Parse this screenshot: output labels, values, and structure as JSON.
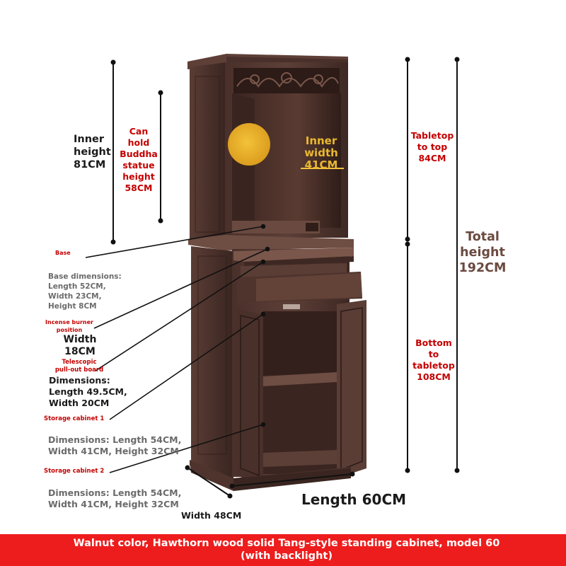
{
  "labels": {
    "inner_height": {
      "line1": "Inner",
      "line2": "height",
      "line3": "81CM"
    },
    "buddha_statue": {
      "line1": "Can",
      "line2": "hold",
      "line3": "Buddha",
      "line4": "statue",
      "line5": "height",
      "line6": "58CM"
    },
    "inner_width": {
      "line1": "Inner",
      "line2": "width",
      "line3": "41CM"
    },
    "tabletop_to_top": {
      "line1": "Tabletop",
      "line2": "to top",
      "line3": "84CM"
    },
    "total_height": {
      "line1": "Total",
      "line2": "height",
      "line3": "192CM"
    },
    "bottom_to_tabletop": {
      "line1": "Bottom",
      "line2": "to",
      "line3": "tabletop",
      "line4": "108CM"
    },
    "base": "Base",
    "base_dimensions": {
      "line1": "Base dimensions:",
      "line2": "Length 52CM,",
      "line3": "Width 23CM,",
      "line4": "Height 8CM"
    },
    "incense_burner": {
      "line1": "Incense burner",
      "line2": "position"
    },
    "incense_width": {
      "line1": "Width",
      "line2": "18CM"
    },
    "telescopic_board": {
      "line1": "Telescopic",
      "line2": "pull-out board"
    },
    "board_dimensions": {
      "line1": "Dimensions:",
      "line2": "Length 49.5CM,",
      "line3": "Width 20CM"
    },
    "storage_cabinet_1": "Storage cabinet 1",
    "cabinet_1_dimensions": {
      "line1": "Dimensions: Length 54CM,",
      "line2": "Width 41CM, Height 32CM"
    },
    "storage_cabinet_2": "Storage cabinet 2",
    "cabinet_2_dimensions": {
      "line1": "Dimensions: Length 54CM,",
      "line2": "Width 41CM, Height 32CM"
    },
    "length": "Length 60CM",
    "width": "Width 48CM"
  },
  "banner": {
    "text": "Walnut color, Hawthorn wood solid Tang-style standing cabinet, model 60 (with backlight)",
    "color": "#ee1d1d"
  },
  "colors": {
    "wood_dark": "#3d2823",
    "wood_mid": "#5a3d35",
    "wood_light": "#7a564b",
    "golden_disc": "#e2ad2a",
    "label_red": "#c40000",
    "label_gray": "#6b6b6b",
    "label_brown": "#6b4a40"
  }
}
